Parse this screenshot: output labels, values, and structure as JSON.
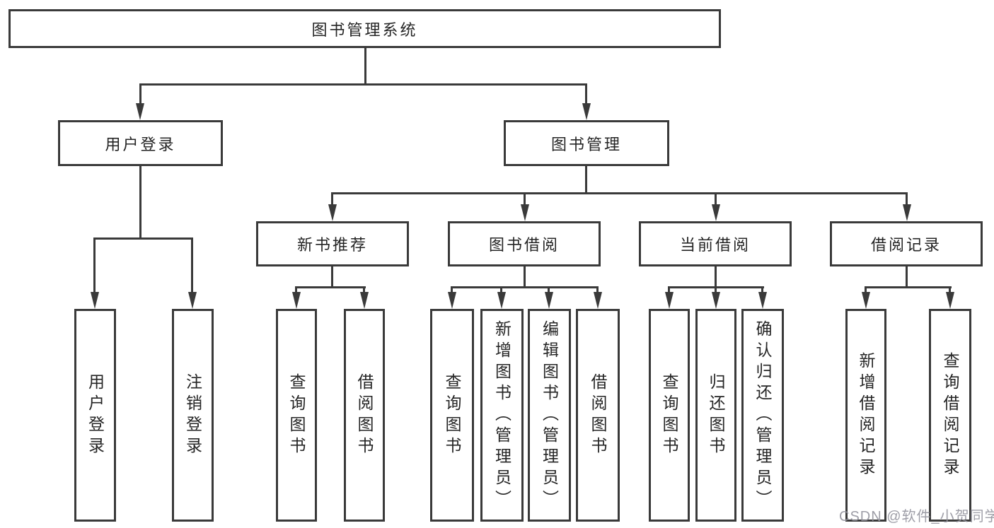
{
  "root": {
    "label": "图书管理系统"
  },
  "level2": [
    {
      "label": "用户登录"
    },
    {
      "label": "图书管理"
    }
  ],
  "level3": [
    {
      "label": "新书推荐"
    },
    {
      "label": "图书借阅"
    },
    {
      "label": "当前借阅"
    },
    {
      "label": "借阅记录"
    }
  ],
  "leaves": {
    "user_login": [
      {
        "label": "用户登录"
      },
      {
        "label": "注销登录"
      }
    ],
    "new_book": [
      {
        "label": "查询图书"
      },
      {
        "label": "借阅图书"
      }
    ],
    "book_borrow": [
      {
        "label": "查询图书"
      },
      {
        "label": "新增图书（管理员）"
      },
      {
        "label": "编辑图书（管理员）"
      },
      {
        "label": "借阅图书"
      }
    ],
    "current_borrow": [
      {
        "label": "查询图书"
      },
      {
        "label": "归还图书"
      },
      {
        "label": "确认归还（管理员）"
      }
    ],
    "records": [
      {
        "label": "新增借阅记录"
      },
      {
        "label": "查询借阅记录"
      }
    ]
  },
  "watermark": {
    "text": "CSDN @软件_小贺同学"
  },
  "colors": {
    "line": "#3a3a3a",
    "text": "#252525",
    "background": "#ffffff",
    "watermark": "#94949d"
  }
}
